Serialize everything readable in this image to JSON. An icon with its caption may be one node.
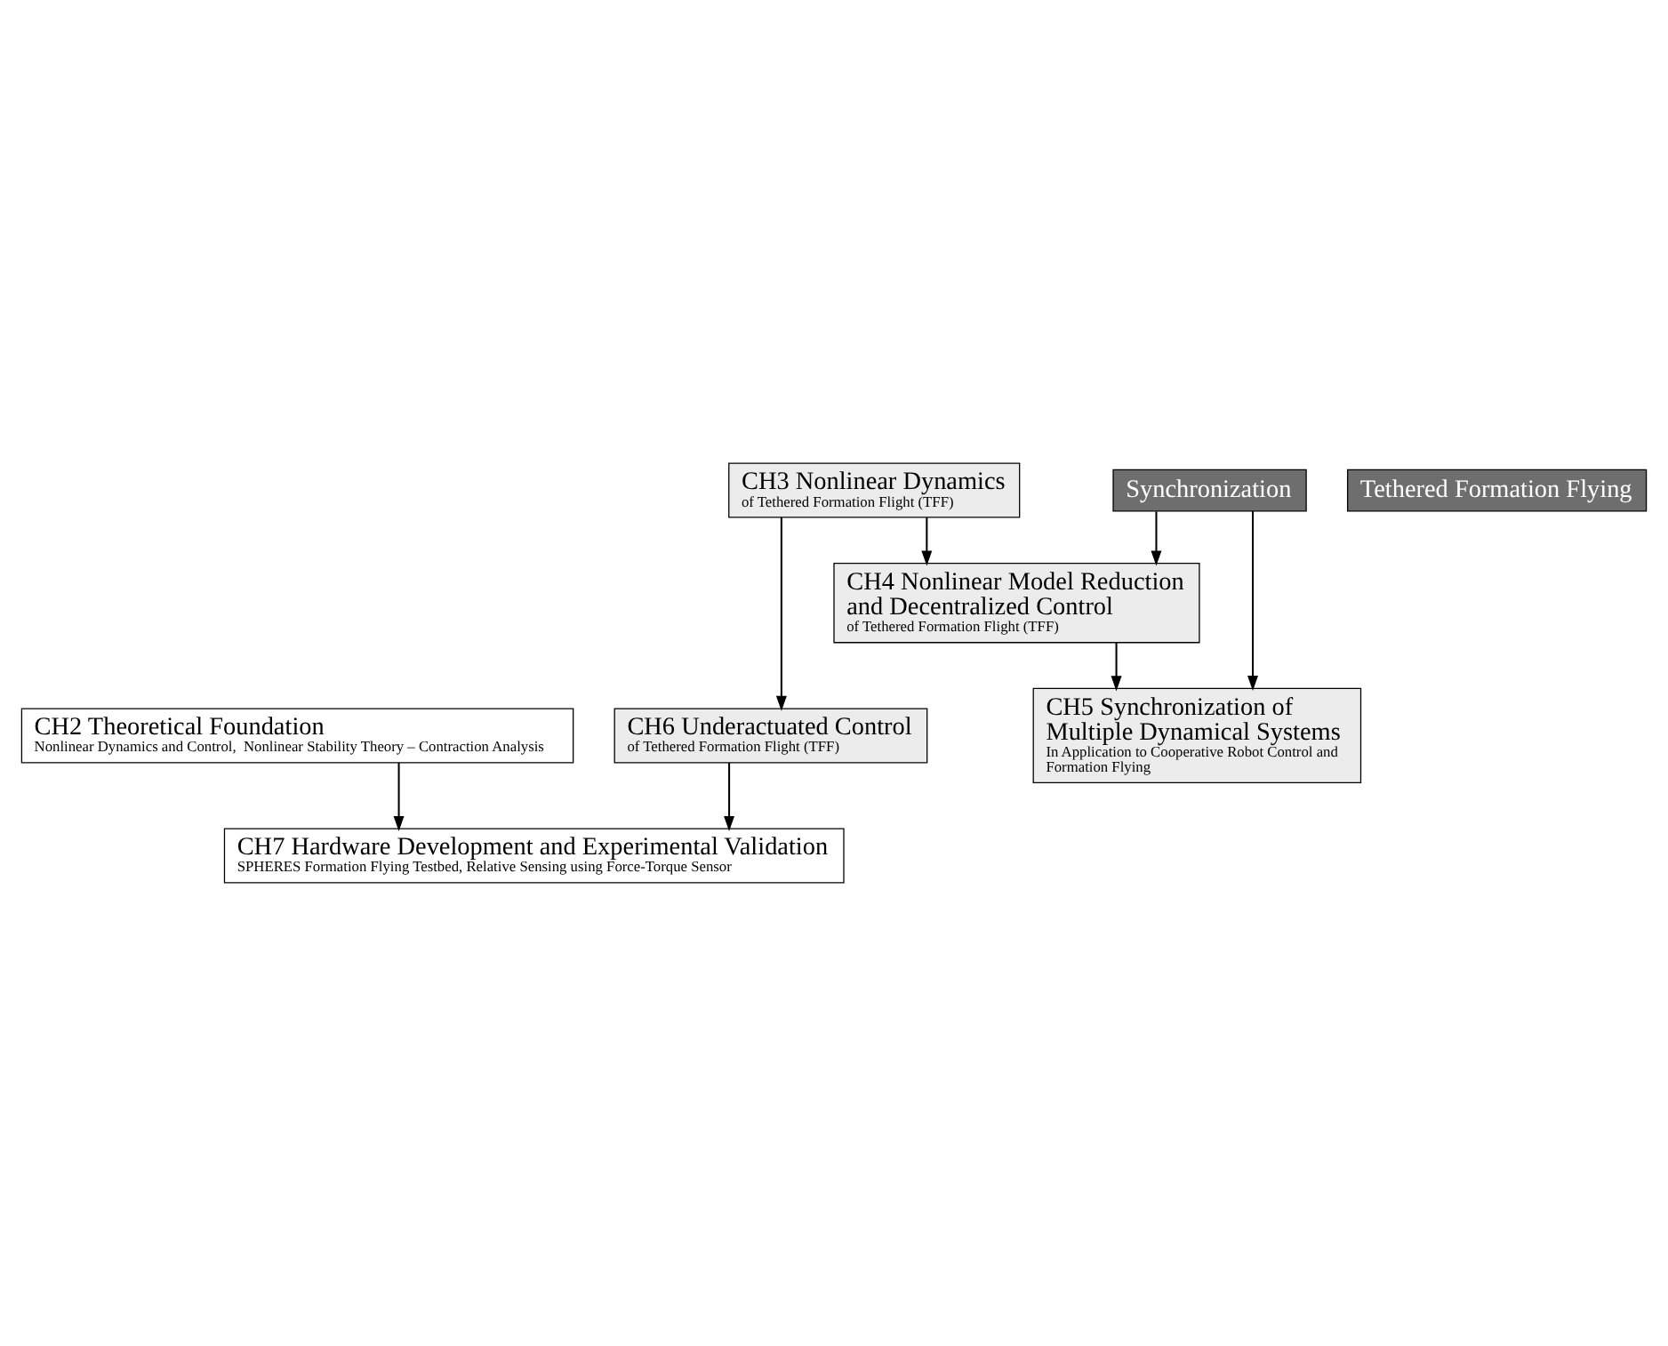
{
  "diagram": {
    "nodes": [
      {
        "text": [
          "CH2 Theoretical Foundation",
          "Nonlinear Dynamics and Control,  Nonlinear Stability Theory – Contraction Analysis"
        ]
      },
      {
        "text": [
          "Tethered Formation Flying"
        ]
      },
      {
        "text": [
          "Synchronization"
        ]
      },
      {
        "text": [
          "CH3 Nonlinear Dynamics",
          "of Tethered Formation Flight (TFF)"
        ]
      },
      {
        "text": [
          "CH4 Nonlinear Model Reduction and Decentralized Control",
          "of Tethered Formation Flight (TFF)"
        ]
      },
      {
        "text": [
          "CH6 Underactuated Control",
          "of Tethered Formation Flight (TFF)"
        ]
      },
      {
        "text": [
          "CH5 Synchronization of Multiple Dynamical Systems",
          "In Application to Cooperative Robot Control and Formation Flying"
        ]
      },
      {
        "text": [
          "CH7 Hardware Development and Experimental Validation",
          "SPHERES Formation Flying Testbed, Relative Sensing using Force-Torque Sensor"
        ]
      }
    ],
    "edges": [
      {
        "from": 0,
        "to": 7,
        "arrow": "to"
      },
      {
        "from": 2,
        "to": 4,
        "arrow": "to"
      },
      {
        "from": 2,
        "to": 6,
        "arrow": "to"
      },
      {
        "from": 3,
        "to": 4,
        "arrow": "to"
      },
      {
        "from": 3,
        "to": 5,
        "arrow": "to"
      },
      {
        "from": 4,
        "to": 6,
        "arrow": "to"
      },
      {
        "from": 5,
        "to": 7,
        "arrow": "to"
      }
    ]
  }
}
